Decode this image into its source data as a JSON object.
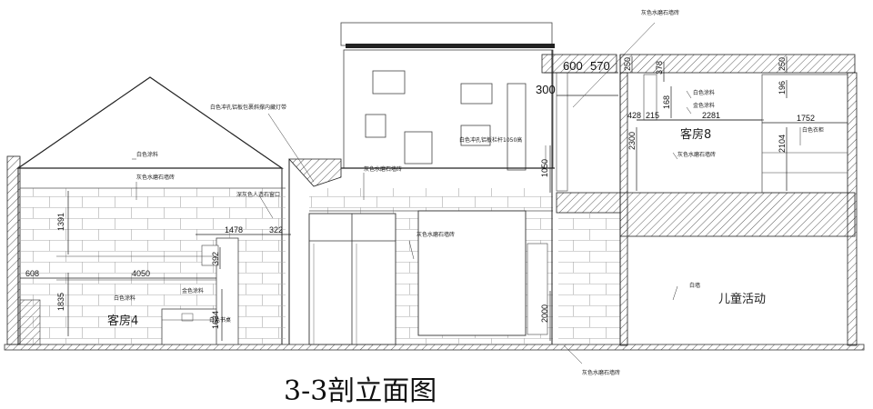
{
  "title": "3-3剖立面图",
  "rooms": {
    "guest4": "客房4",
    "guest8": "客房8",
    "kids": "儿童活动"
  },
  "notes": {
    "white_paint_left": "白色涂料",
    "grey_terrazzo_left": "灰色水磨石墙砖",
    "perforated_panel": "白色冲孔铝板包裹斜撑内藏灯带",
    "grey_entrance": "深灰色人造石窗口",
    "grey_terrazzo_mid1": "灰色水磨石墙砖",
    "grey_terrazzo_mid2": "灰色水磨石墙砖",
    "gold_paint_left": "金色涂料",
    "white_paint_left2": "白色涂料",
    "white_desk": "白色书桌",
    "perforated_rail": "白色冲孔铝板栏杆1050高",
    "grey_terrazzo_top": "灰色水磨石墙砖",
    "white_paint_right": "白色涂料",
    "gold_paint_right": "金色涂料",
    "white_wardrobe": "白色衣柜",
    "grey_terrazzo_right": "灰色水磨石墙砖",
    "white_wall": "白墙",
    "grey_terrazzo_bottom": "灰色水磨石墙砖"
  },
  "dims": {
    "d1391": "1391",
    "d1478": "1478",
    "d322": "322",
    "d392": "392",
    "d608": "608",
    "d4050": "4050",
    "d1835": "1835",
    "d1634": "1634",
    "d600": "600",
    "d570": "570",
    "d300": "300",
    "d1050": "1050",
    "d2000": "2000",
    "d250a": "250",
    "d378": "378",
    "d168": "168",
    "d428": "428",
    "d215": "215",
    "d2281": "2281",
    "d2300": "2300",
    "d250b": "250",
    "d196": "196",
    "d1752": "1752",
    "d2104": "2104"
  }
}
